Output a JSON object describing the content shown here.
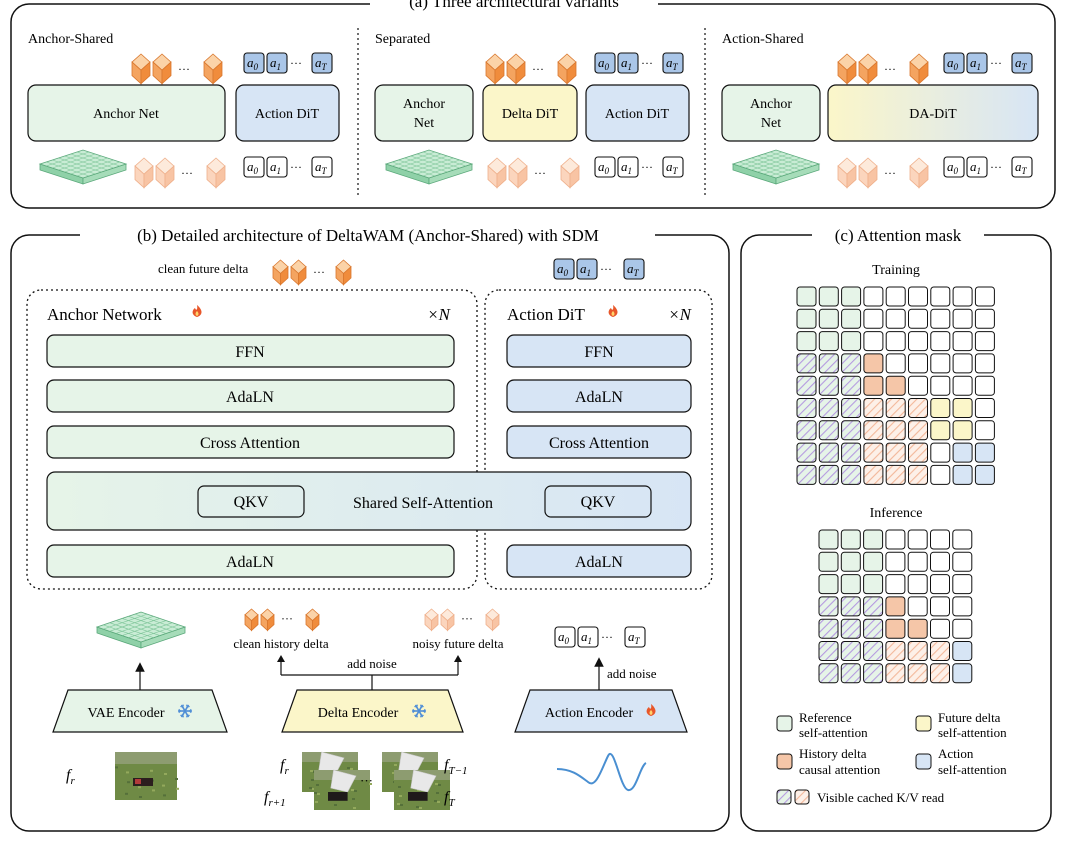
{
  "colors": {
    "green": "#e6f4e8",
    "green_dark": "#cfe9d4",
    "blue": "#d7e5f5",
    "blue_dark": "#aac6e8",
    "yellow": "#fbf6c9",
    "orange": "#f5c6a8",
    "orange_light": "#fce3d3",
    "cube_orange": "#f4a460",
    "cube_light": "#fbd2b5",
    "purple": "#c8b6e8",
    "flame": "#e8572a",
    "snow": "#4f8ed6"
  },
  "icons": {
    "flame": "flame-icon",
    "snowflake": "snowflake-icon",
    "cube": "cube-icon",
    "grid": "latent-grid-icon",
    "waveform": "waveform-icon"
  },
  "panel_a": {
    "title": "(a) Three architectural variants",
    "anchor_shared": {
      "title": "Anchor-Shared",
      "anchor_net": "Anchor Net",
      "action_dit": "Action DiT"
    },
    "separated": {
      "title": "Separated",
      "anchor_net_l1": "Anchor",
      "anchor_net_l2": "Net",
      "delta_dit": "Delta DiT",
      "action_dit": "Action DiT"
    },
    "action_shared": {
      "title": "Action-Shared",
      "anchor_net_l1": "Anchor",
      "anchor_net_l2": "Net",
      "da_dit": "DA-DiT"
    }
  },
  "tokens": {
    "a": "a",
    "s0": "0",
    "s1": "1",
    "sT": "T",
    "ellipsis": "···"
  },
  "panel_b": {
    "title": "(b) Detailed architecture of DeltaWAM (Anchor-Shared) with SDM",
    "clean_future_delta": "clean future delta",
    "anchor_network": "Anchor Network",
    "action_dit": "Action DiT",
    "times_n": "×N",
    "ffn": "FFN",
    "adaln": "AdaLN",
    "cross_attention": "Cross Attention",
    "qkv": "QKV",
    "shared_self_attention": "Shared Self-Attention",
    "clean_history_delta": "clean history delta",
    "noisy_future_delta": "noisy future delta",
    "add_noise": "add noise",
    "vae_encoder": "VAE Encoder",
    "delta_encoder": "Delta Encoder",
    "action_encoder": "Action Encoder",
    "f": "f",
    "f_sub_r": "r",
    "f_sub_r1": "r+1",
    "f_sub_T1": "T−1",
    "f_sub_T": "T"
  },
  "panel_c": {
    "title": "(c) Attention mask",
    "training": "Training",
    "inference": "Inference",
    "legend": {
      "ref_l1": "Reference",
      "ref_l2": "self-attention",
      "fut_l1": "Future delta",
      "fut_l2": "self-attention",
      "hist_l1": "History delta",
      "hist_l2": "causal attention",
      "act_l1": "Action",
      "act_l2": "self-attention",
      "cached": "Visible cached K/V read"
    },
    "training_mask": [
      "GGGWWWWWW",
      "GGGWWWWWW",
      "GGGWWWWWW",
      "gggOWWWWW",
      "gggOOWWWW",
      "gggsssYYW",
      "gggsssYYW",
      "gggsssWBB",
      "gggsssWBB"
    ],
    "inference_mask": [
      "GGGWWWW",
      "GGGWWWW",
      "GGGWWWW",
      "gggOWWW",
      "gggOOWW",
      "gggsssB",
      "gggsssB"
    ]
  }
}
